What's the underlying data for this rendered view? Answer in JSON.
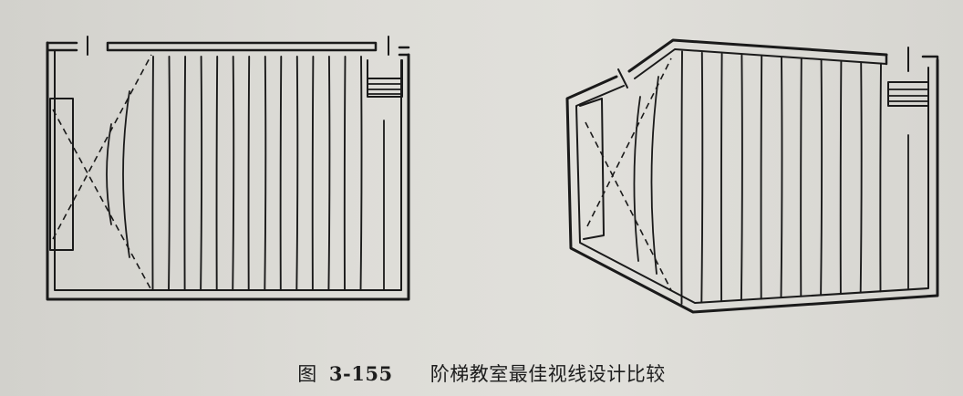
{
  "figure": {
    "caption_prefix": "图",
    "figure_number": "3-155",
    "caption_text": "阶梯教室最佳视线设计比较"
  },
  "plans": [
    {
      "name": "rectangular-classroom-plan",
      "row_count": 14
    },
    {
      "name": "angled-classroom-plan",
      "row_count": 11
    }
  ]
}
